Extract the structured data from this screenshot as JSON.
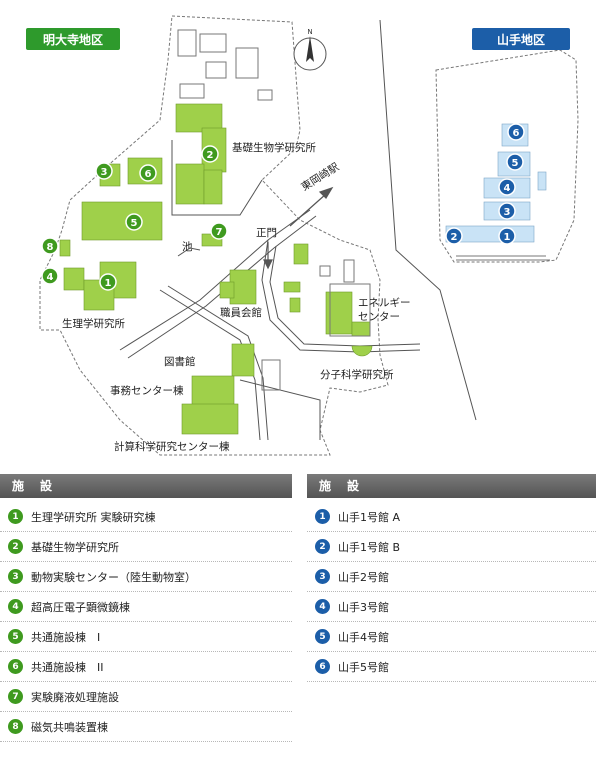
{
  "map": {
    "district_left": "明大寺地区",
    "district_right": "山手地区",
    "north_label": "N",
    "labels": {
      "kiso": "基礎生物学研究所",
      "higashiokazaki": "東岡崎駅",
      "seimon": "正門",
      "ike": "池",
      "shokuin": "職員会館",
      "energy_1": "エネルギー",
      "energy_2": "センター",
      "seiri": "生理学研究所",
      "toshokan": "図書館",
      "jimu": "事務センター棟",
      "bunshi": "分子科学研究所",
      "keisan": "計算科学研究センター棟"
    },
    "green_markers": [
      "1",
      "2",
      "3",
      "4",
      "5",
      "6",
      "7",
      "8"
    ],
    "blue_markers": [
      "1",
      "2",
      "3",
      "4",
      "5",
      "6"
    ],
    "colors": {
      "green_district": "#2e9a2c",
      "blue_district": "#1c5ea8",
      "building": "#9fd04a",
      "yamate_building": "#c9e3f6"
    }
  },
  "left_table": {
    "header": "施　設",
    "items": [
      {
        "num": "1",
        "name": "生理学研究所 実験研究棟"
      },
      {
        "num": "2",
        "name": "基礎生物学研究所"
      },
      {
        "num": "3",
        "name": "動物実験センター（陸生動物室）"
      },
      {
        "num": "4",
        "name": "超高圧電子顕微鏡棟"
      },
      {
        "num": "5",
        "name": "共通施設棟　I"
      },
      {
        "num": "6",
        "name": "共通施設棟　II"
      },
      {
        "num": "7",
        "name": "実験廃液処理施設"
      },
      {
        "num": "8",
        "name": "磁気共鳴装置棟"
      }
    ]
  },
  "right_table": {
    "header": "施　設",
    "items": [
      {
        "num": "1",
        "name": "山手1号館 A"
      },
      {
        "num": "2",
        "name": "山手1号館 B"
      },
      {
        "num": "3",
        "name": "山手2号館"
      },
      {
        "num": "4",
        "name": "山手3号館"
      },
      {
        "num": "5",
        "name": "山手4号館"
      },
      {
        "num": "6",
        "name": "山手5号館"
      }
    ]
  }
}
